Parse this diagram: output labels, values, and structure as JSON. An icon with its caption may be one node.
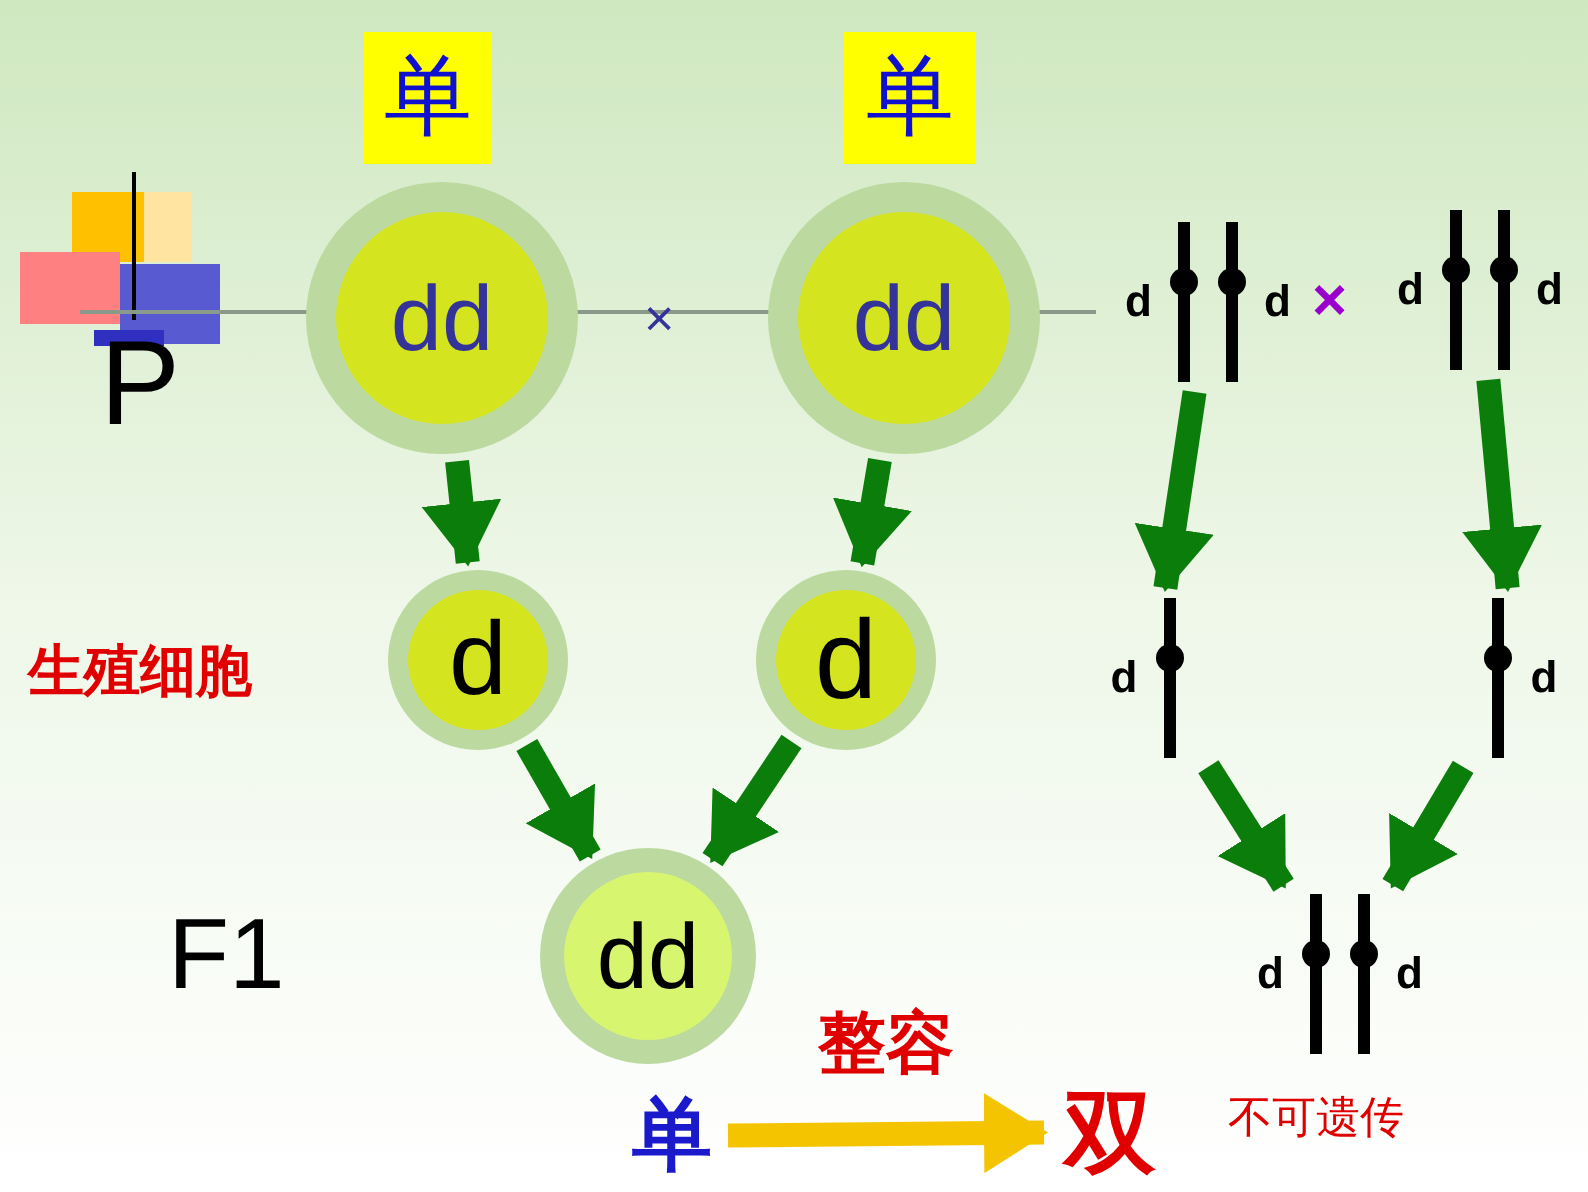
{
  "diagram": {
    "nodes": [
      {
        "text": [
          "单"
        ]
      },
      {
        "text": [
          "单"
        ]
      },
      {
        "text": [
          "dd"
        ]
      },
      {
        "text": [
          "dd"
        ]
      },
      {
        "text": [
          "d"
        ]
      },
      {
        "text": [
          "d"
        ]
      },
      {
        "text": [
          "dd"
        ]
      },
      {
        "text": [
          "单"
        ]
      },
      {
        "text": [
          "双"
        ]
      },
      {
        "text": [
          "d",
          "d"
        ]
      },
      {
        "text": [
          "d",
          "d"
        ]
      },
      {
        "text": [
          "d"
        ]
      },
      {
        "text": [
          "d"
        ]
      },
      {
        "text": [
          "d",
          "d"
        ]
      }
    ],
    "edges": [
      {
        "from": 2,
        "to": 4,
        "arrow": "to"
      },
      {
        "from": 3,
        "to": 5,
        "arrow": "to"
      },
      {
        "from": 4,
        "to": 6,
        "arrow": "to"
      },
      {
        "from": 5,
        "to": 6,
        "arrow": "to"
      },
      {
        "from": 7,
        "to": 8,
        "arrow": "to",
        "label": "整容",
        "color": "#f5c400"
      },
      {
        "from": 9,
        "to": 11,
        "arrow": "to"
      },
      {
        "from": 10,
        "to": 12,
        "arrow": "to"
      },
      {
        "from": 11,
        "to": 13,
        "arrow": "to"
      },
      {
        "from": 12,
        "to": 13,
        "arrow": "to"
      }
    ],
    "labels": [
      "P",
      "×",
      "×",
      "生殖细胞",
      "F1",
      "不可遗传"
    ]
  }
}
